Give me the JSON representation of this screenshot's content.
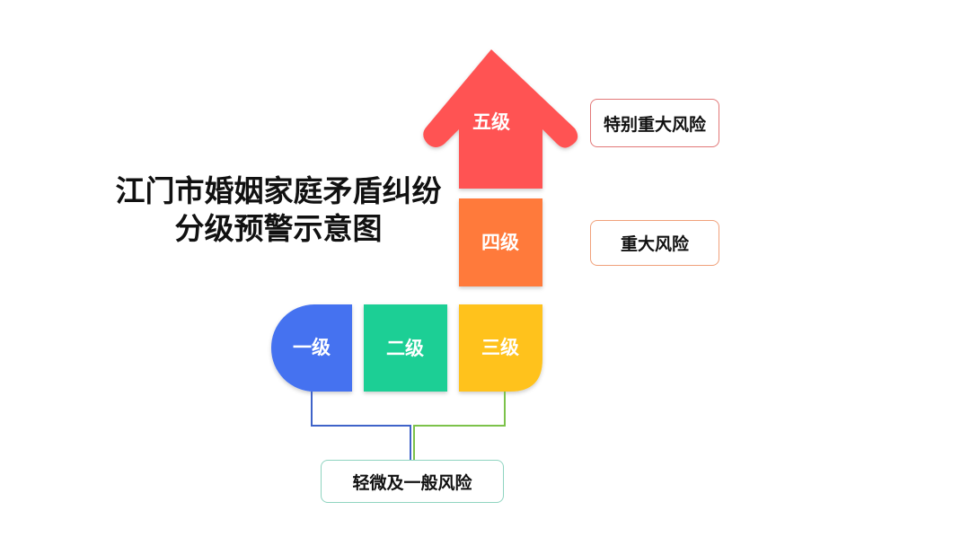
{
  "title": {
    "line1": "江门市婚姻家庭矛盾纠纷",
    "line2": "分级预警示意图"
  },
  "levels": [
    {
      "label": "一级",
      "color": "#4472f0"
    },
    {
      "label": "二级",
      "color": "#1fcf95"
    },
    {
      "label": "三级",
      "color": "#ffc21a"
    },
    {
      "label": "四级",
      "color": "#ff7a3a"
    },
    {
      "label": "五级",
      "color": "#ff5252"
    }
  ],
  "risks": {
    "special_major": {
      "label": "特别重大风险",
      "border": "#e27777"
    },
    "major": {
      "label": "重大风险",
      "border": "#f0a07a"
    },
    "minor_general": {
      "label": "轻微及一般风险",
      "border": "#8fd4c0"
    }
  },
  "connectors": {
    "left_color": "#3f63c9",
    "right_color": "#7cc24a"
  }
}
